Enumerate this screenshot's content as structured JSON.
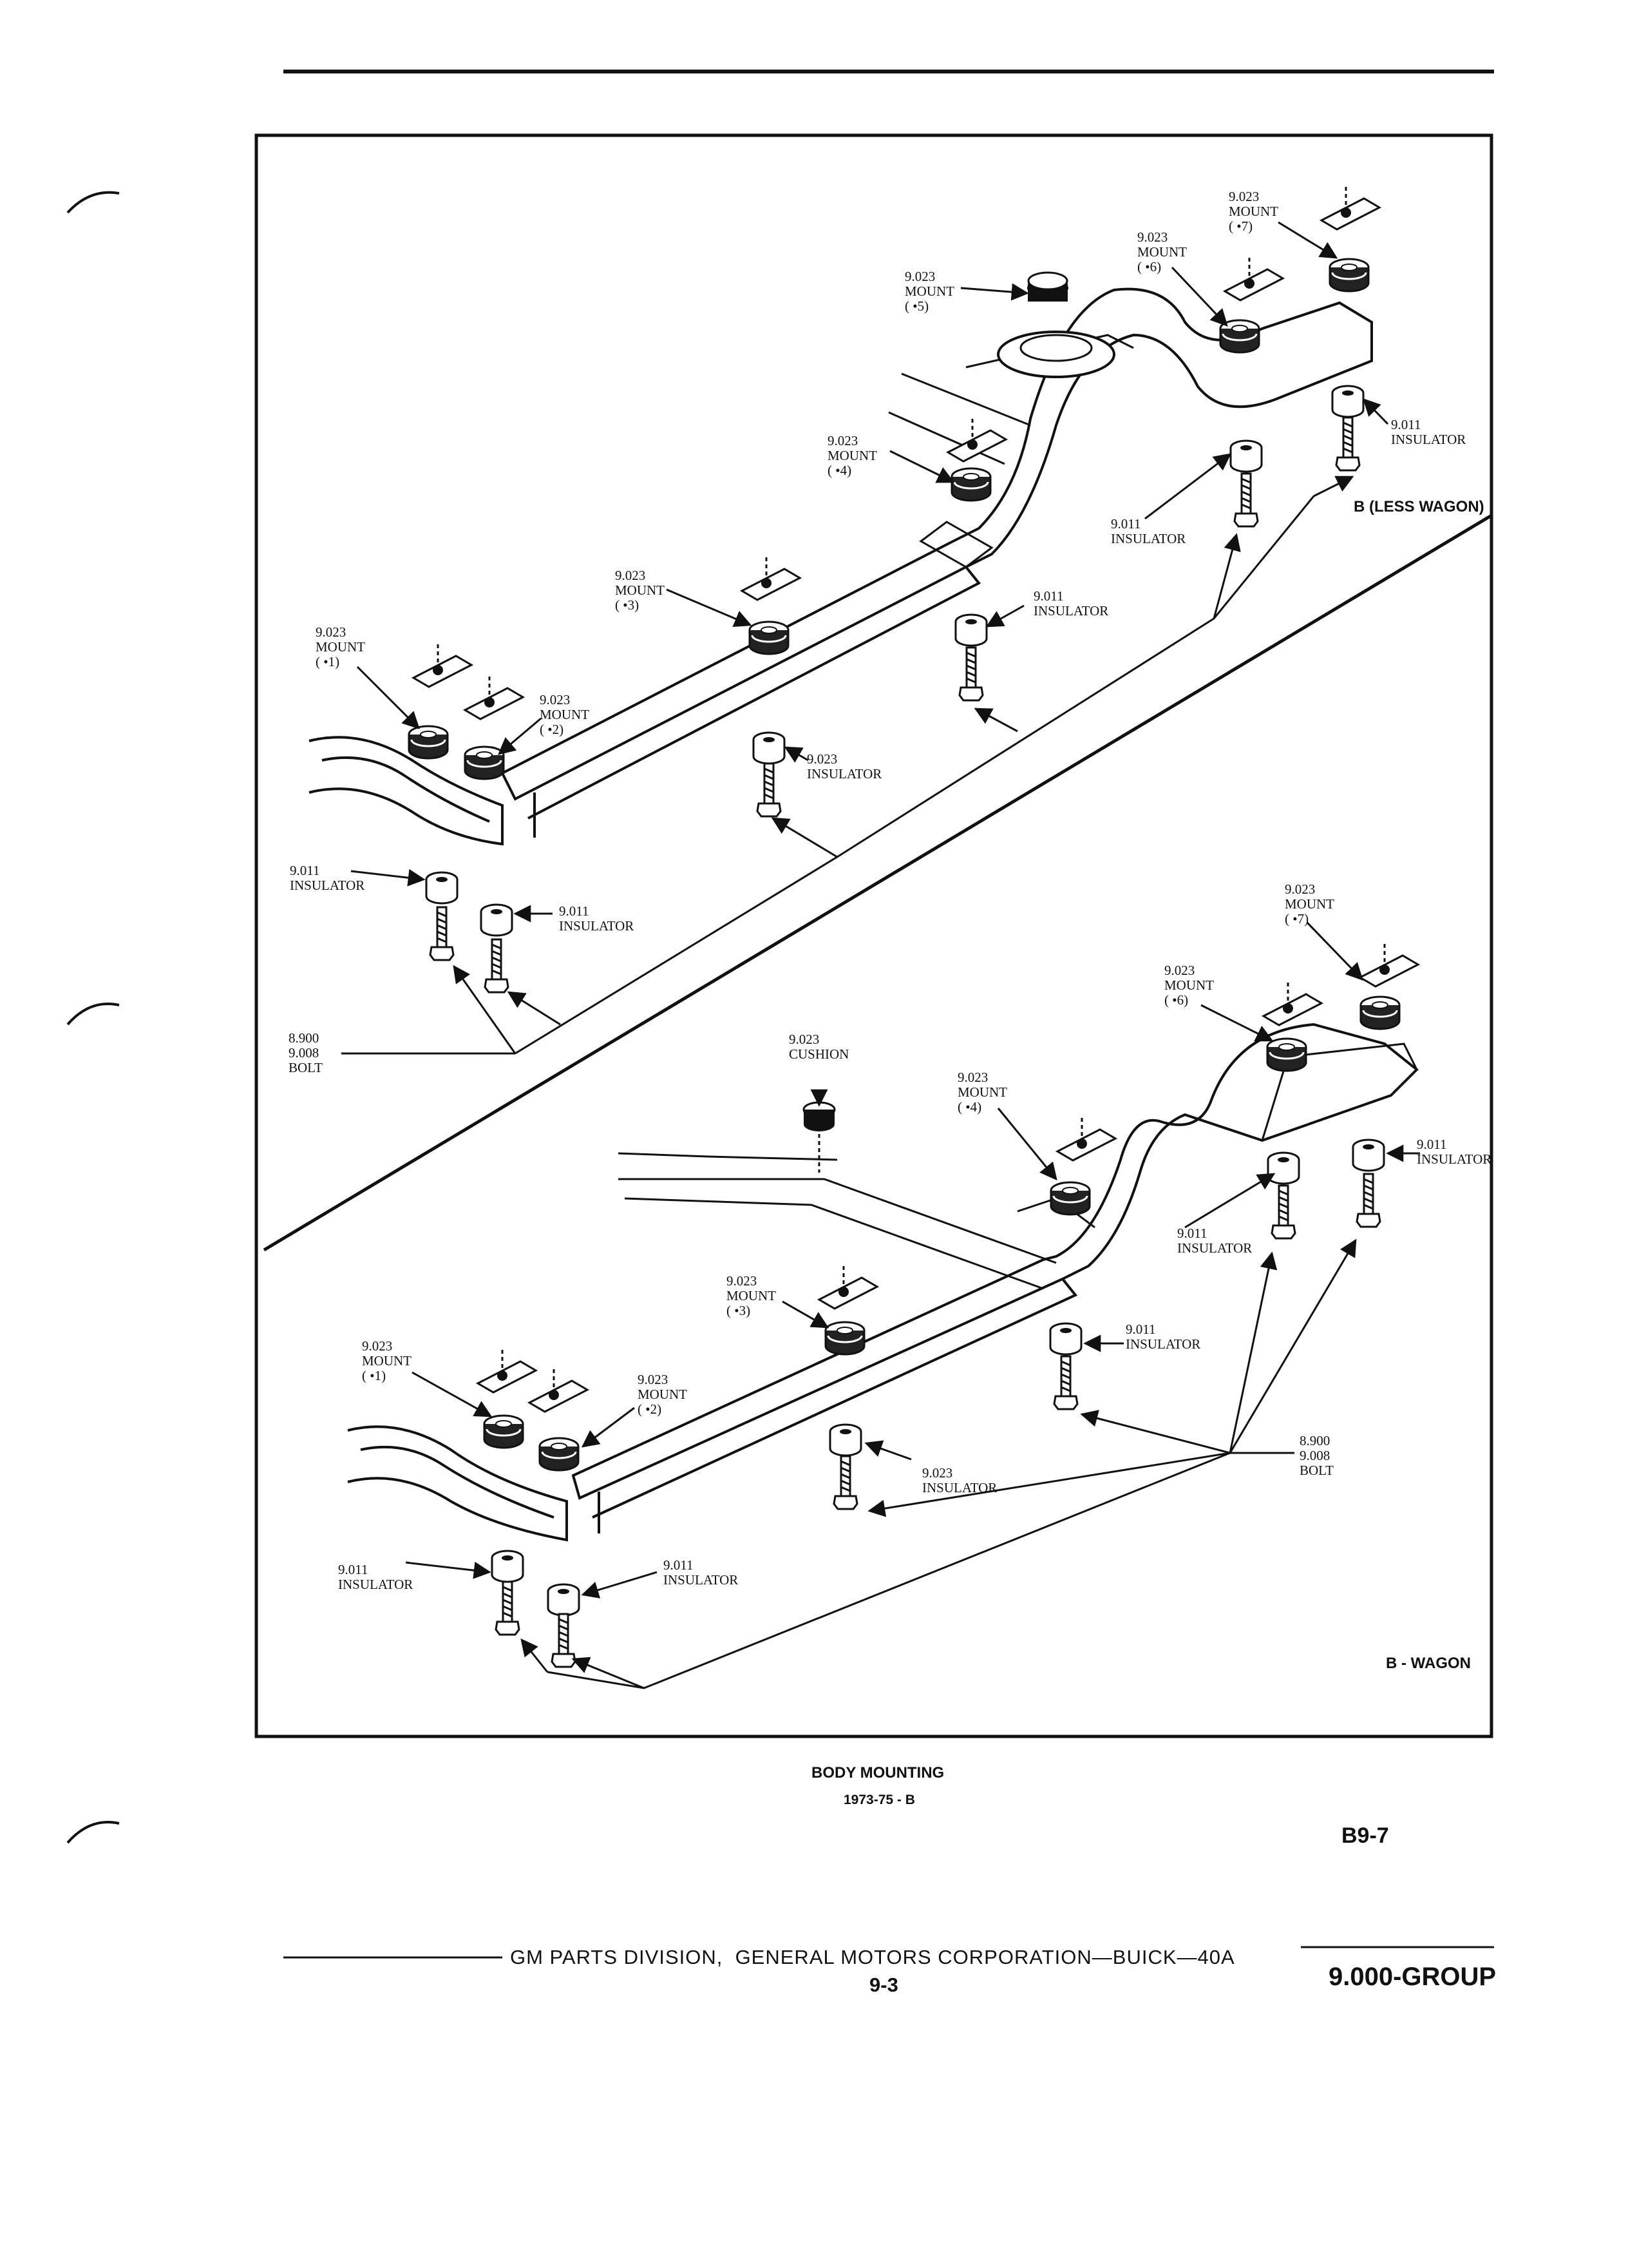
{
  "labels": {
    "mount5_top": "9.023\nMOUNT\n( •5)",
    "mount6_top": "9.023\nMOUNT\n( •6)",
    "mount7_top": "9.023\nMOUNT\n( •7)",
    "mount4_top": "9.023\nMOUNT\n( •4)",
    "mount3_top": "9.023\nMOUNT\n( •3)",
    "mount1_top": "9.023\nMOUNT\n( •1)",
    "mount2_top": "9.023\nMOUNT\n( •2)",
    "ins_rr_top": "9.011\nINSULATOR",
    "ins_r_top": "9.011\nINSULATOR",
    "ins_mid_top": "9.011\nINSULATOR",
    "ins_center_top": "9.023\nINSULATOR",
    "ins_front_top": "9.011\nINSULATOR",
    "ins_front2_top": "9.011\nINSULATOR",
    "bolt_top": "8.900\n9.008\nBOLT",
    "mount7_bot": "9.023\nMOUNT\n( •7)",
    "mount6_bot": "9.023\nMOUNT\n( •6)",
    "cushion_bot": "9.023\nCUSHION",
    "mount4_bot": "9.023\nMOUNT\n( •4)",
    "mount3_bot": "9.023\nMOUNT\n( •3)",
    "mount1_bot": "9.023\nMOUNT\n( •1)",
    "mount2_bot": "9.023\nMOUNT\n( •2)",
    "ins_rr_bot": "9.011\nINSULATOR",
    "ins_r_bot": "9.011\nINSULATOR",
    "ins_mid_bot": "9.011\nINSULATOR",
    "ins_center_bot": "9.023\nINSULATOR",
    "ins_front_bot": "9.011\nINSULATOR",
    "ins_front2_bot": "9.011\nINSULATOR",
    "bolt_bot": "8.900\n9.008\nBOLT"
  },
  "variant_top": "B (LESS WAGON)",
  "variant_bottom": "B - WAGON",
  "caption_title": "BODY MOUNTING",
  "caption_sub": "1973-75 - B",
  "ref_code": "B9-7",
  "footer_text": "GM PARTS DIVISION,  GENERAL MOTORS CORPORATION—BUICK—40A",
  "page_number": "9-3",
  "group_label": "9.000-GROUP"
}
